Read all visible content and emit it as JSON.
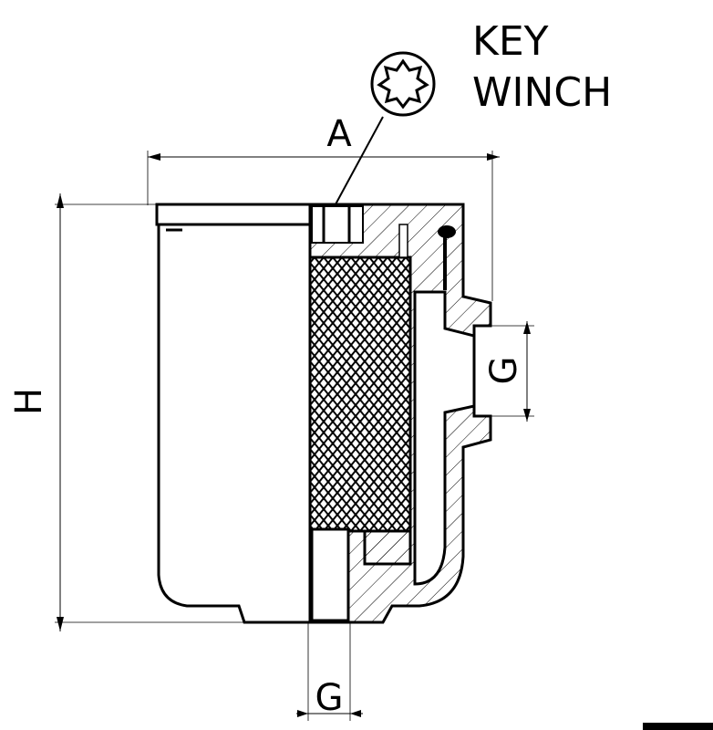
{
  "callout": {
    "line1": "KEY",
    "line2": "WINCH",
    "icon": "star-socket-icon"
  },
  "dimensions": {
    "width": "A",
    "height": "H",
    "side_port": "G",
    "bottom_port": "G"
  }
}
